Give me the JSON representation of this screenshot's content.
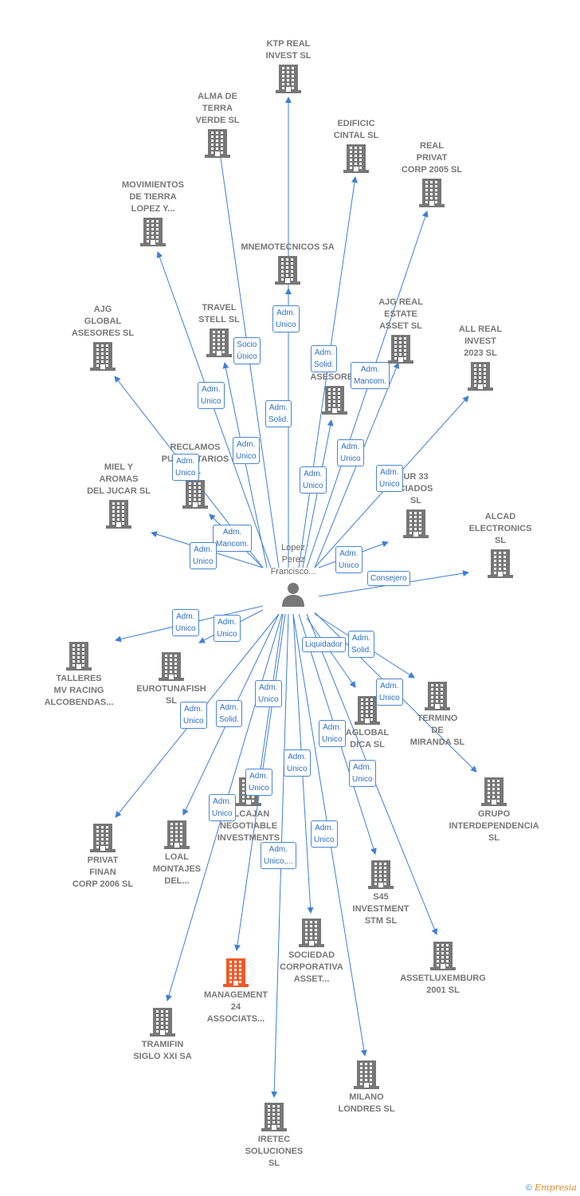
{
  "center": {
    "label": "Lopez\nPerez\nFrancisco...",
    "icon": "person-icon"
  },
  "colors": {
    "edge": "#3d7fd6",
    "building": "#777777",
    "highlight": "#f05a2a",
    "badge_text": "#2f6fc4"
  },
  "nodes": [
    {
      "id": "ktp",
      "label": "KTP REAL\nINVEST  SL",
      "icon": "building-icon"
    },
    {
      "id": "alma",
      "label": "ALMA DE\nTERRA\nVERDE  SL",
      "icon": "building-icon"
    },
    {
      "id": "edificic",
      "label": "EDIFICIC\nCINTAL  SL",
      "icon": "building-icon"
    },
    {
      "id": "realprivat",
      "label": "REAL\nPRIVAT\nCORP 2005  SL",
      "icon": "building-icon"
    },
    {
      "id": "movimientos",
      "label": "MOVIMIENTOS\nDE TIERRA\nLOPEZ Y...",
      "icon": "building-icon"
    },
    {
      "id": "mnemo",
      "label": "MNEMOTECNICOS SA",
      "icon": "building-icon"
    },
    {
      "id": "ajgglobal",
      "label": "AJG\nGLOBAL\nASESORES  SL",
      "icon": "building-icon"
    },
    {
      "id": "travel",
      "label": "TRAVEL\nSTELL  SL",
      "icon": "building-icon"
    },
    {
      "id": "ajgreal",
      "label": "AJG REAL\nESTATE\nASSET  SL",
      "icon": "building-icon"
    },
    {
      "id": "allreal",
      "label": "ALL REAL\nINVEST\n2023  SL",
      "icon": "building-icon"
    },
    {
      "id": "asesores",
      "label": "ASESORES",
      "icon": "building-icon"
    },
    {
      "id": "reclamos",
      "label": "RECLAMOS\nPUBLICITARIOS\nSL",
      "icon": "building-icon"
    },
    {
      "id": "miel",
      "label": "MIEL Y\nAROMAS\nDEL JUCAR  SL",
      "icon": "building-icon"
    },
    {
      "id": "ur33",
      "label": "UR 33\nCIADOS\nSL",
      "icon": "building-icon"
    },
    {
      "id": "alcad",
      "label": "ALCAD\nELECTRONICS\nSL",
      "icon": "building-icon"
    },
    {
      "id": "talleres",
      "label": "TALLERES\nMV RACING\nALCOBENDAS...",
      "icon": "building-icon"
    },
    {
      "id": "eurotuna",
      "label": "EUROTUNAFISH\nSL",
      "icon": "building-icon"
    },
    {
      "id": "termino",
      "label": "TERMINO\nDE\nMIRANDA SL",
      "icon": "building-icon"
    },
    {
      "id": "aglobal",
      "label": "AGLOBAL\nDICA  SL",
      "icon": "building-icon"
    },
    {
      "id": "grupo",
      "label": "GRUPO\nINTERDEPENDENCIA\nSL",
      "icon": "building-icon"
    },
    {
      "id": "privatfinan",
      "label": "PRIVAT\nFINAN\nCORP 2006  SL",
      "icon": "building-icon"
    },
    {
      "id": "loal",
      "label": "LOAL\nMONTAJES\nDEL...",
      "icon": "building-icon"
    },
    {
      "id": "alcajan",
      "label": "ALCAJAN\nNEGOTIABLE\nINVESTMENTS",
      "icon": "building-icon"
    },
    {
      "id": "s45",
      "label": "S45\nINVESTMENT\nSTM  SL",
      "icon": "building-icon"
    },
    {
      "id": "sociedad",
      "label": "SOCIEDAD\nCORPORATIVA\nASSET...",
      "icon": "building-icon"
    },
    {
      "id": "assetlux",
      "label": "ASSETLUXEMBURG\n2001  SL",
      "icon": "building-icon"
    },
    {
      "id": "management",
      "label": "MANAGEMENT\n24\nASSOCIATS...",
      "icon": "building-icon",
      "highlight": true
    },
    {
      "id": "tramifin",
      "label": "TRAMIFIN\nSIGLO XXI SA",
      "icon": "building-icon"
    },
    {
      "id": "milano",
      "label": "MILANO\nLONDRES  SL",
      "icon": "building-icon"
    },
    {
      "id": "iretec",
      "label": "IRETEC\nSOLUCIONES\nSL",
      "icon": "building-icon"
    }
  ],
  "badges": [
    {
      "text": "Adm.\nUnico"
    },
    {
      "text": "Socio\nÚnico"
    },
    {
      "text": "Adm.\nSolid."
    },
    {
      "text": "Adm.\nUnico"
    },
    {
      "text": "Adm.\nSolid."
    },
    {
      "text": "Adm.\nMancom."
    },
    {
      "text": "Adm.\nUnico"
    },
    {
      "text": "Adm.\nUnico"
    },
    {
      "text": "Adm.\nUnico"
    },
    {
      "text": "Adm.\nUnico"
    },
    {
      "text": "Adm.\nUnico"
    },
    {
      "text": "Adm.\nMancom."
    },
    {
      "text": "Adm.\nUnico"
    },
    {
      "text": "Adm.\nUnico"
    },
    {
      "text": "Consejero"
    },
    {
      "text": "Adm.\nUnico"
    },
    {
      "text": "Adm.\nUnico"
    },
    {
      "text": "Liquidador"
    },
    {
      "text": "Adm.\nSolid."
    },
    {
      "text": "Adm.\nUnico"
    },
    {
      "text": "Adm.\nUnico"
    },
    {
      "text": "Adm.\nUnico"
    },
    {
      "text": "Adm.\nSolid."
    },
    {
      "text": "Adm.\nUnico"
    },
    {
      "text": "Adm.\nUnico"
    },
    {
      "text": "Adm.\nUnico"
    },
    {
      "text": "Adm.\nUnico"
    },
    {
      "text": "Adm.\nUnico"
    },
    {
      "text": "Adm.\nUnico,..."
    },
    {
      "text": "Adm.\nUnico"
    }
  ],
  "footer": {
    "copyright": "©",
    "brand": "Empresia"
  }
}
